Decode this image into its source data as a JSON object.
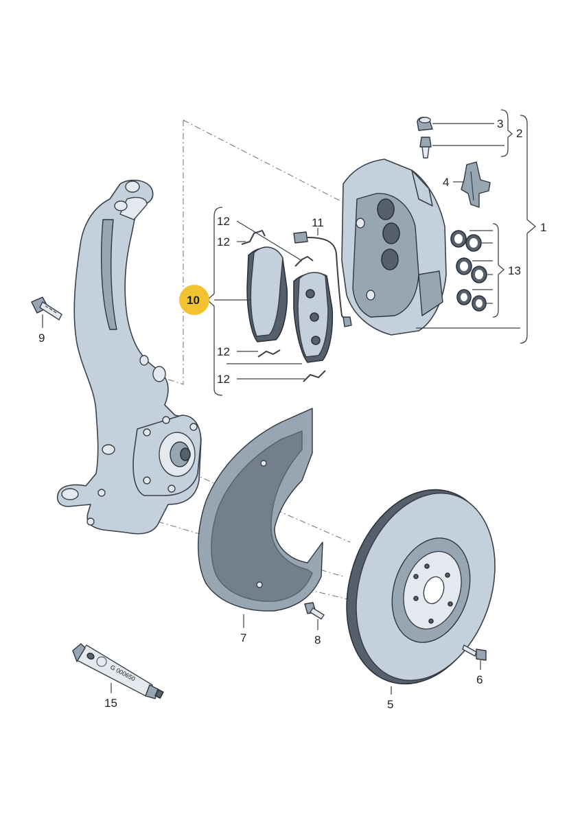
{
  "callouts": {
    "c1": "1",
    "c2": "2",
    "c3": "3",
    "c4": "4",
    "c5": "5",
    "c6": "6",
    "c7": "7",
    "c8": "8",
    "c9": "9",
    "c10": "10",
    "c11": "11",
    "c12a": "12",
    "c12b": "12",
    "c12c": "12",
    "c12d": "12",
    "c13": "13",
    "c15": "15"
  },
  "tube_text": "G 000650",
  "highlight_color": "#f2c230"
}
